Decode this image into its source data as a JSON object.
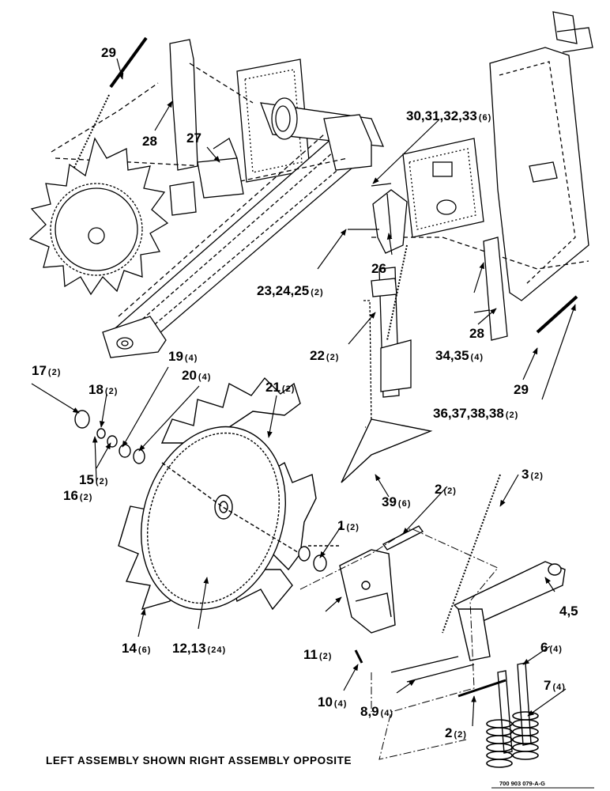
{
  "caption": "LEFT ASSEMBLY SHOWN RIGHT ASSEMBLY OPPOSITE",
  "figure_id": "700 903 079-A-G",
  "callouts": [
    {
      "id": "c29a",
      "num": "29",
      "qty": ""
    },
    {
      "id": "c28a",
      "num": "28",
      "qty": ""
    },
    {
      "id": "c27",
      "num": "27",
      "qty": ""
    },
    {
      "id": "c30",
      "num": "30,31,32,33",
      "qty": "(6)"
    },
    {
      "id": "c26",
      "num": "26",
      "qty": ""
    },
    {
      "id": "c23",
      "num": "23,24,25",
      "qty": "(2)"
    },
    {
      "id": "c22",
      "num": "22",
      "qty": "(2)"
    },
    {
      "id": "c28b",
      "num": "28",
      "qty": ""
    },
    {
      "id": "c34",
      "num": "34,35",
      "qty": "(4)"
    },
    {
      "id": "c29b",
      "num": "29",
      "qty": ""
    },
    {
      "id": "c36",
      "num": "36,37,38,38",
      "qty": "(2)"
    },
    {
      "id": "c17",
      "num": "17",
      "qty": "(2)"
    },
    {
      "id": "c18",
      "num": "18",
      "qty": "(2)"
    },
    {
      "id": "c19",
      "num": "19",
      "qty": "(4)"
    },
    {
      "id": "c20",
      "num": "20",
      "qty": "(4)"
    },
    {
      "id": "c21",
      "num": "21",
      "qty": "(2)"
    },
    {
      "id": "c15",
      "num": "15",
      "qty": "(2)"
    },
    {
      "id": "c16",
      "num": "16",
      "qty": "(2)"
    },
    {
      "id": "c39",
      "num": "39",
      "qty": "(6)"
    },
    {
      "id": "c2a",
      "num": "2",
      "qty": "(2)"
    },
    {
      "id": "c3",
      "num": "3",
      "qty": "(2)"
    },
    {
      "id": "c1",
      "num": "1",
      "qty": "(2)"
    },
    {
      "id": "c45",
      "num": "4,5",
      "qty": ""
    },
    {
      "id": "c11",
      "num": "11",
      "qty": "(2)"
    },
    {
      "id": "c14",
      "num": "14",
      "qty": "(6)"
    },
    {
      "id": "c12",
      "num": "12,13",
      "qty": "(24)"
    },
    {
      "id": "c6",
      "num": "6",
      "qty": "(4)"
    },
    {
      "id": "c7",
      "num": "7",
      "qty": "(4)"
    },
    {
      "id": "c10",
      "num": "10",
      "qty": "(4)"
    },
    {
      "id": "c89",
      "num": "8,9",
      "qty": "(4)"
    },
    {
      "id": "c2b",
      "num": "2",
      "qty": "(2)"
    }
  ]
}
